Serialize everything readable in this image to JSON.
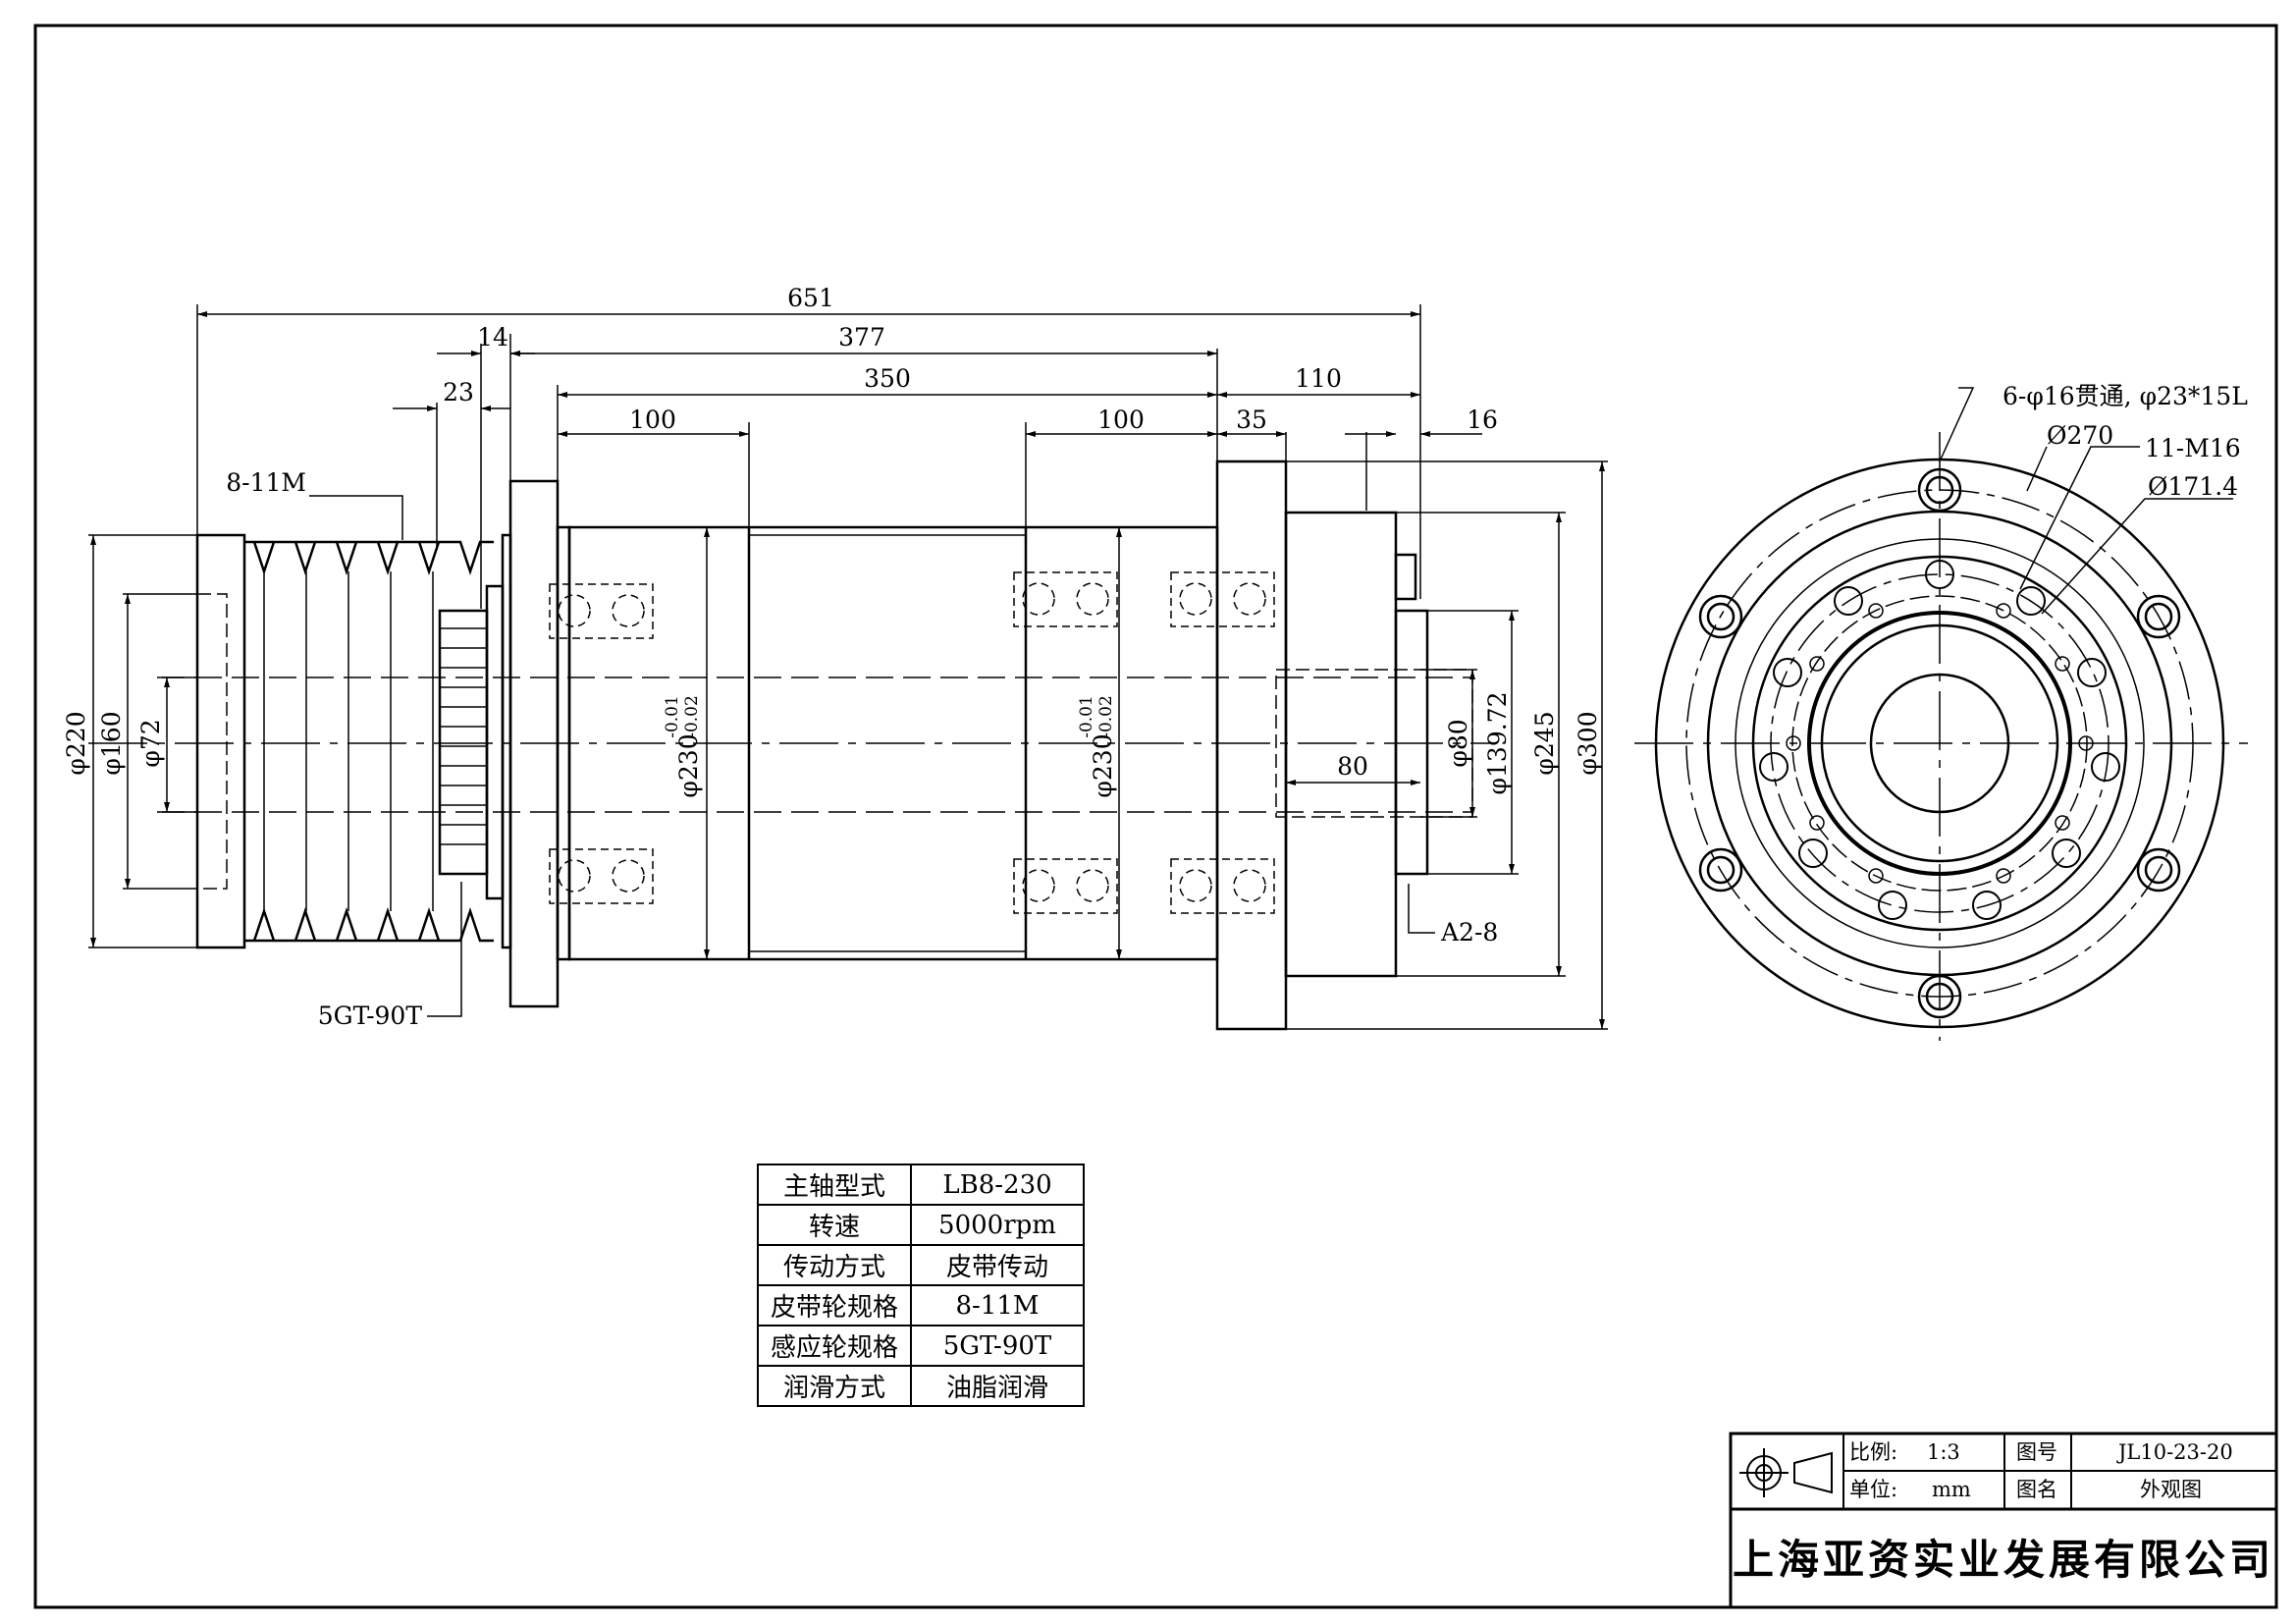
{
  "front_view": {
    "dims": {
      "overall_length": "651",
      "length_377": "377",
      "length_350": "350",
      "length_110": "110",
      "length_14": "14",
      "length_23": "23",
      "length_100_left": "100",
      "length_100_right": "100",
      "length_35": "35",
      "length_16": "16",
      "length_80": "80",
      "dia_220": "φ220",
      "dia_160": "φ160",
      "dia_72": "φ72",
      "dia_230_left": "φ230",
      "dia_230_right": "φ230",
      "tol_upper": "-0.01",
      "tol_lower": "-0.02",
      "dia_80": "φ80",
      "dia_139": "φ139.72",
      "dia_245": "φ245",
      "dia_300": "φ300"
    },
    "labels": {
      "pulley_spec": "8-11M",
      "sensor_spec": "5GT-90T",
      "nose_spec": "A2-8"
    }
  },
  "end_view": {
    "labels": {
      "through_holes": "6-φ16贯通, φ23*15L",
      "dia_270": "Ø270",
      "threaded_holes": "11-M16",
      "dia_171": "Ø171.4"
    }
  },
  "spec_table": [
    {
      "key": "主轴型式",
      "value": "LB8-230"
    },
    {
      "key": "转速",
      "value": "5000rpm"
    },
    {
      "key": "传动方式",
      "value": "皮带传动"
    },
    {
      "key": "皮带轮规格",
      "value": "8-11M"
    },
    {
      "key": "感应轮规格",
      "value": "5GT-90T"
    },
    {
      "key": "润滑方式",
      "value": "油脂润滑"
    }
  ],
  "title_block": {
    "scale_label": "比例:",
    "scale_value": "1:3",
    "unit_label": "单位:",
    "unit_value": "mm",
    "drawing_no_label": "图号",
    "drawing_no_value": "JL10-23-20",
    "drawing_name_label": "图名",
    "drawing_name_value": "外观图",
    "company": "上海亚资实业发展有限公司"
  }
}
